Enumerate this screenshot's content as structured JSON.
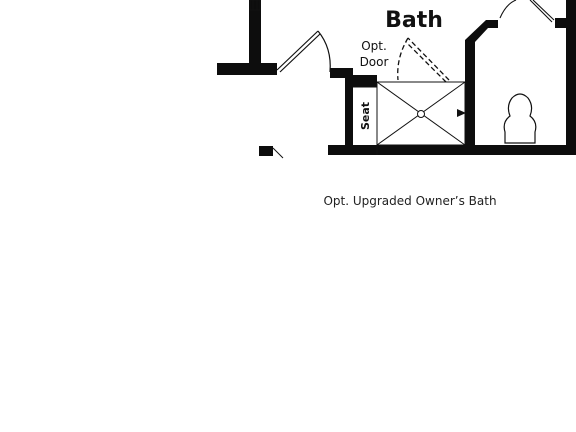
{
  "plan": {
    "room_name": "Bath",
    "optional_door_line1": "Opt.",
    "optional_door_line2": "Door",
    "seat": "Seat"
  },
  "caption": "Opt. Upgraded Owner’s Bath",
  "colors": {
    "wall": "#0d0d0d",
    "line": "#111111",
    "background": "#ffffff"
  }
}
